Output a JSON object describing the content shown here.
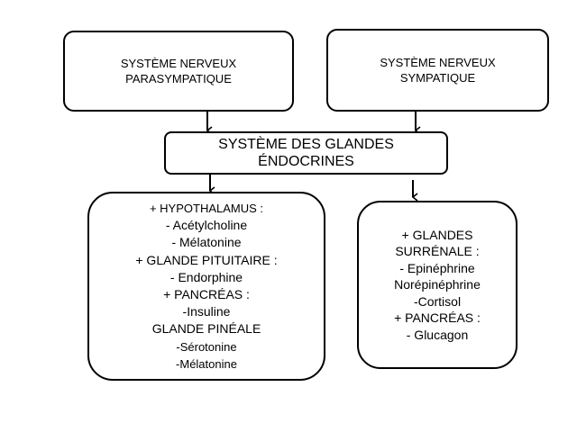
{
  "nodes": {
    "parasympathique": {
      "lines": [
        "SYSTÈME NERVEUX",
        "PARASYMPATIQUE"
      ]
    },
    "sympathique": {
      "lines": [
        "SYSTÈME NERVEUX",
        "SYMPATIQUE"
      ]
    },
    "endocrines": {
      "lines": [
        "SYSTÈME DES GLANDES",
        "ÉNDOCRINES"
      ]
    },
    "left_glands": {
      "lines": [
        "+ HYPOTHALAMUS :",
        "- Acétylcholine",
        "- Mélatonine",
        "+ GLANDE PITUITAIRE :",
        "- Endorphine",
        "+ PANCRÉAS :",
        "-Insuline",
        "GLANDE PINÉALE",
        "-Sérotonine",
        "-Mélatonine"
      ]
    },
    "right_glands": {
      "lines": [
        "+ GLANDES",
        "SURRÉNALE :",
        "- Epinéphrine",
        "Norépinéphrine",
        "-Cortisol",
        "+ PANCRÉAS :",
        "- Glucagon"
      ]
    }
  },
  "edges": [
    {
      "from": "parasympathique",
      "to": "endocrines"
    },
    {
      "from": "sympathique",
      "to": "endocrines"
    },
    {
      "from": "endocrines",
      "to": "left_glands"
    },
    {
      "from": "endocrines",
      "to": "right_glands"
    }
  ]
}
